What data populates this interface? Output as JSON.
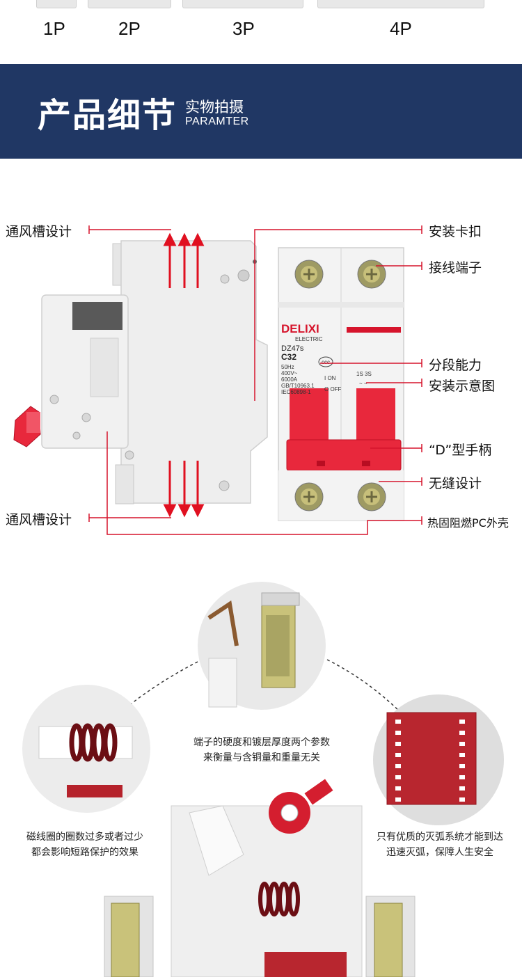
{
  "pole_types": [
    "1P",
    "2P",
    "3P",
    "4P"
  ],
  "banner": {
    "title": "产品细节",
    "subtitle_cn": "实物拍摄",
    "subtitle_en": "PARAMTER"
  },
  "breaker": {
    "brand": "DELIXI",
    "brand_sub": "ELECTRIC",
    "model": "DZ47s",
    "rating": "C32",
    "specs": [
      "50Hz",
      "400V~",
      "6000A",
      "GB/T10963.1",
      "IEC60898-1"
    ],
    "switch_on": "I ON",
    "switch_off": "O OFF"
  },
  "callouts": {
    "vent_top": "通风槽设计",
    "vent_bottom": "通风槽设计",
    "mount_clip": "安装卡扣",
    "terminal": "接线端子",
    "breaking_capacity": "分段能力",
    "install_diagram": "安装示意图",
    "d_handle": "“D”型手柄",
    "seamless": "无缝设计",
    "shell": "热固阻燃PC外壳"
  },
  "internal_notes": {
    "terminal_line1": "端子的硬度和镀层厚度两个参数",
    "terminal_line2": "来衡量与含铜量和重量无关",
    "coil_line1": "磁线圈的圈数过多或者过少",
    "coil_line2": "都会影响短路保护的效果",
    "arc_line1": "只有优质的灭弧系统才能到达",
    "arc_line2": "迅速灭弧，保障人生安全"
  },
  "colors": {
    "banner_bg": "#203764",
    "accent_red": "#d6142c",
    "handle_red": "#e8283c",
    "callout_line": "#d6142c"
  }
}
